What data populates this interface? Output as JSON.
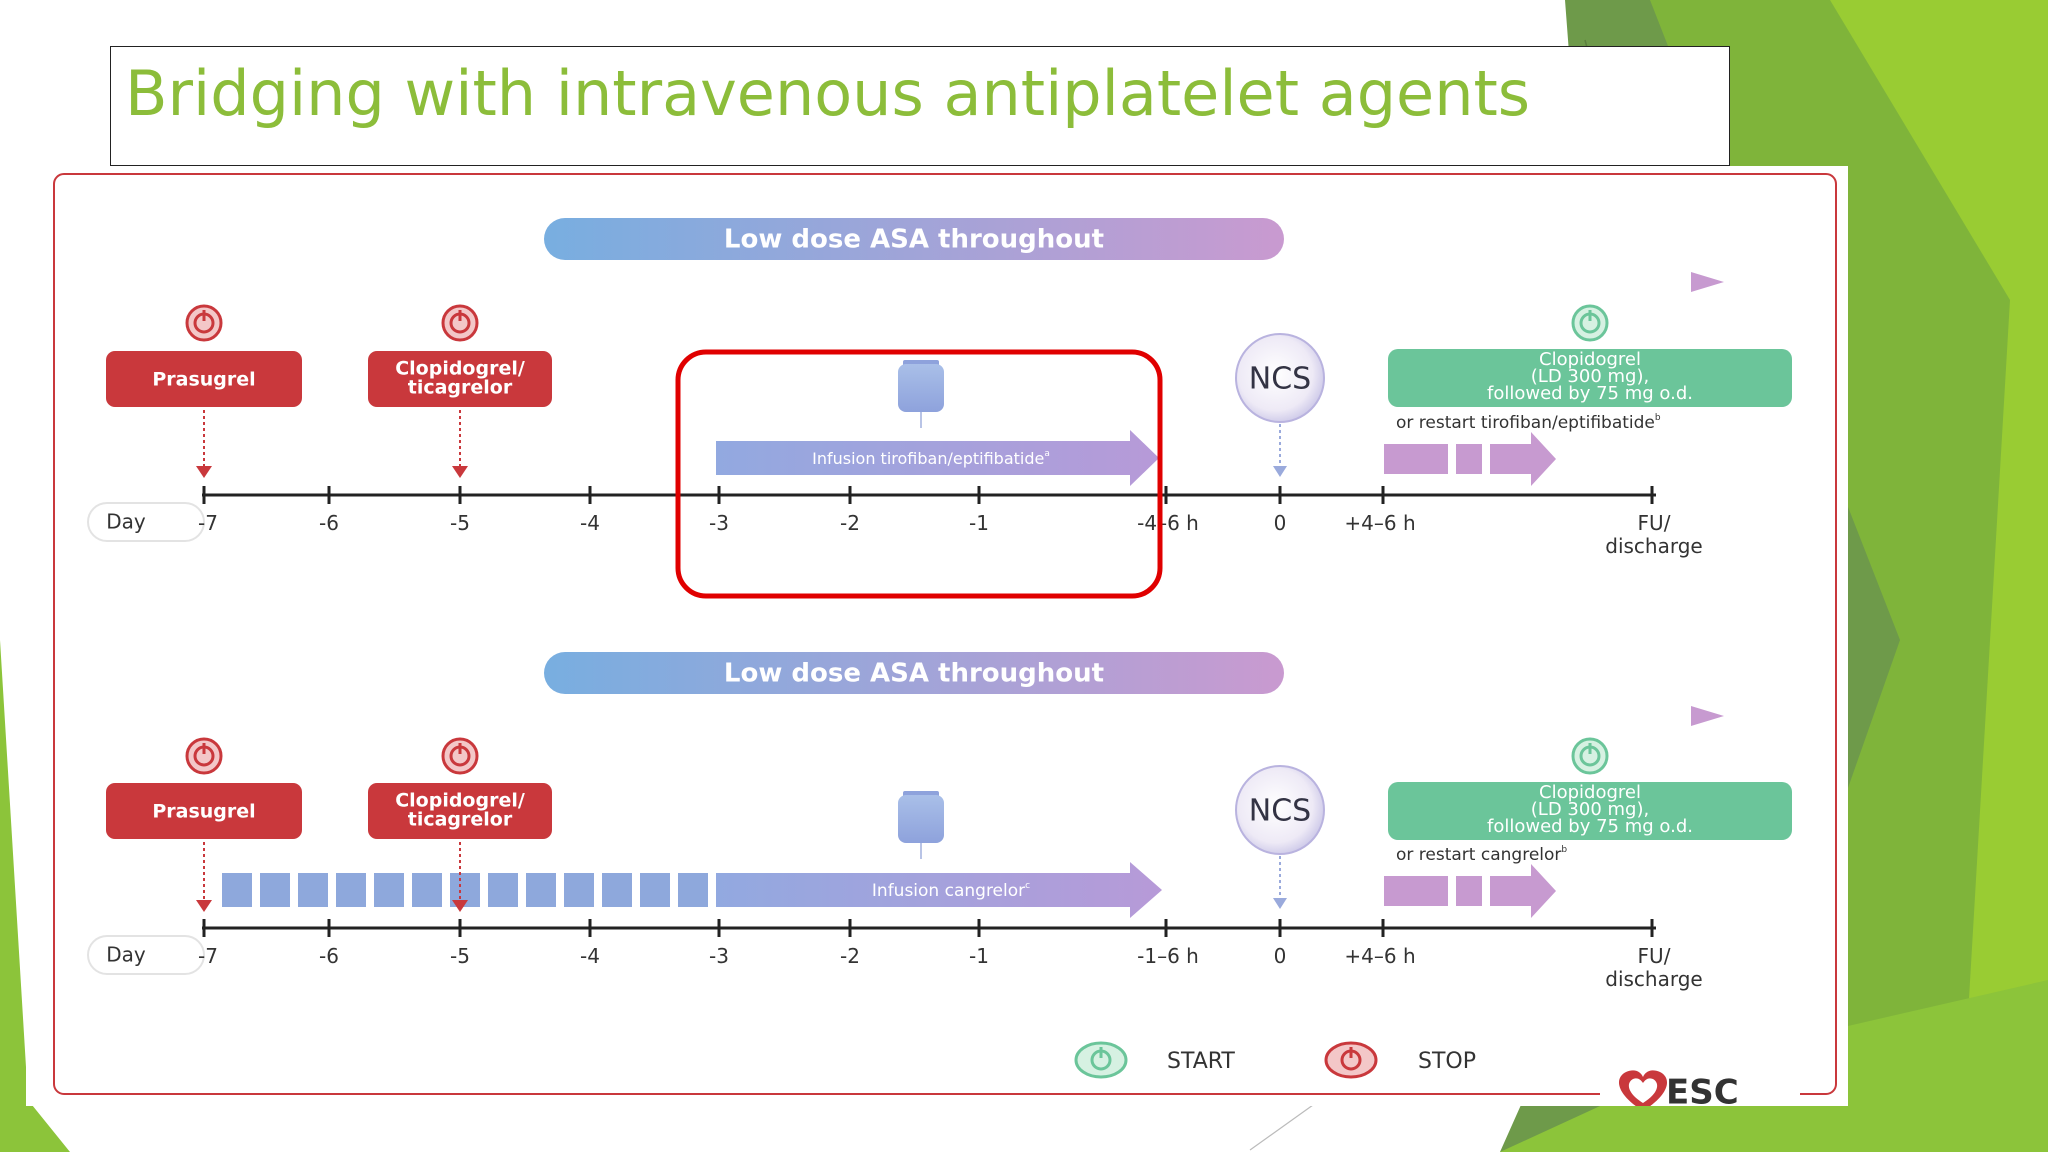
{
  "slide": {
    "title": "Bridging with intravenous antiplatelet agents"
  },
  "colors": {
    "title_green": "#8cbd3a",
    "stop_red": "#c9383c",
    "start_green": "#6bc59a",
    "highlight_red": "#e00000",
    "asa_blue": "#78aee0",
    "asa_purple": "#c79ad0"
  },
  "figure": {
    "day_label": "Day",
    "legend": {
      "start": "START",
      "stop": "STOP"
    },
    "logo": "ESC",
    "panel1": {
      "asa_banner": "Low dose ASA throughout",
      "stop_drugs": [
        "Prasugrel",
        "Clopidogrel/",
        "ticagrelor"
      ],
      "infusion": "Infusion tirofiban/eptifibatide",
      "infusion_sup": "a",
      "ncs": "NCS",
      "restart": [
        "Clopidogrel",
        "(LD 300 mg),",
        "followed by 75 mg o.d."
      ],
      "restart_alt": "or restart tirofiban/eptifibatide",
      "restart_alt_sup": "b",
      "ticks": [
        "-7",
        "-6",
        "-5",
        "-4",
        "-3",
        "-2",
        "-1",
        "-4–6 h",
        "0",
        "+4–6 h",
        "FU/",
        "discharge"
      ]
    },
    "panel2": {
      "asa_banner": "Low dose ASA throughout",
      "stop_drugs": [
        "Prasugrel",
        "Clopidogrel/",
        "ticagrelor"
      ],
      "infusion": "Infusion cangrelor",
      "infusion_sup": "c",
      "ncs": "NCS",
      "restart": [
        "Clopidogrel",
        "(LD 300 mg),",
        "followed by 75 mg o.d."
      ],
      "restart_alt": "or restart cangrelor",
      "restart_alt_sup": "b",
      "ticks": [
        "-7",
        "-6",
        "-5",
        "-4",
        "-3",
        "-2",
        "-1",
        "-1–6 h",
        "0",
        "+4–6 h",
        "FU/",
        "discharge"
      ]
    }
  }
}
